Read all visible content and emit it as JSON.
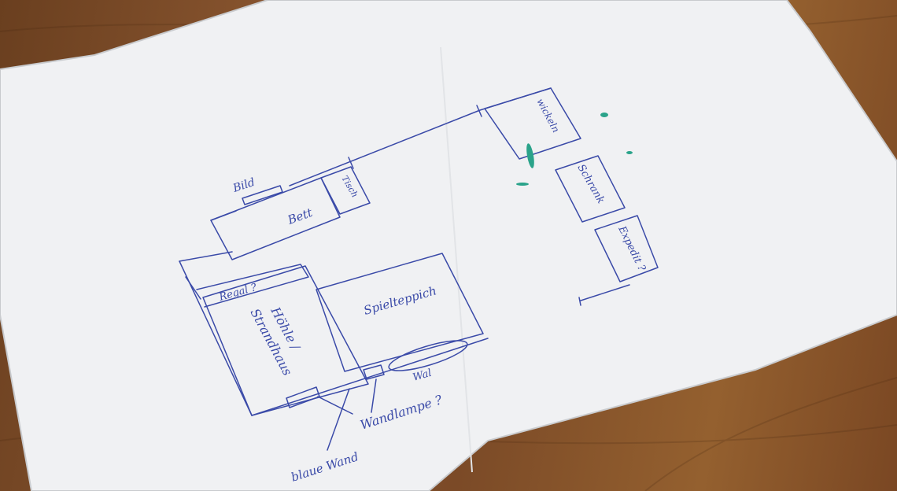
{
  "labels": {
    "bild": "Bild",
    "bett": "Bett",
    "tisch": "Tisch",
    "wickeln": "wickeln",
    "schrank": "Schrank",
    "expedit": "Expedit ?",
    "regal": "Regal ?",
    "hoehle": "Höhle /",
    "strandhaus": "Strandhaus",
    "spielteppich": "Spielteppich",
    "wal": "Wal",
    "wandlampe": "Wandlampe ?",
    "blaue_wand": "blaue Wand"
  },
  "colors": {
    "ink": "#3a4aa8",
    "marker": "#2aa38a",
    "paper": "#f2f3f4",
    "table": "#7b4a27"
  }
}
